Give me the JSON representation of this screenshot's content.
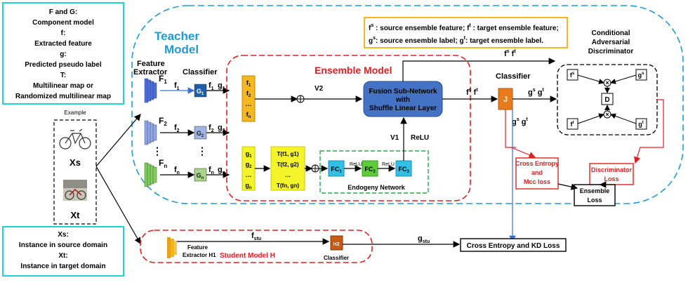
{
  "legend_top": {
    "lines": [
      "F and G:",
      "Component model",
      "f:",
      "Extracted feature",
      "g:",
      "Predicted pseudo label",
      "T:",
      "Multilinear map or",
      "Randomized multilinear map"
    ],
    "border_color": "#22d3d3"
  },
  "legend_bottom": {
    "lines": [
      "Xs:",
      "Instance in source domain",
      "Xt:",
      "Instance in target domain"
    ]
  },
  "example": {
    "label": "Example",
    "xs": "Xs",
    "xt": "Xt"
  },
  "teacher": {
    "title": "Teacher",
    "title2": "Model",
    "color": "#1e9bd7"
  },
  "feature_extractor": {
    "label1": "Feature",
    "label2": "Extractor"
  },
  "classifier_label": "Classifier",
  "extractors": [
    {
      "name": "F",
      "sub": "1",
      "f": "f",
      "fsub": "1",
      "g": "G",
      "gsub": "1",
      "out_f": "f",
      "out_fsub": "1",
      "out_g": "g",
      "out_gsub": "1",
      "color": "#4a6ee0",
      "gcolor": "#1f5fa6"
    },
    {
      "name": "F",
      "sub": "2",
      "f": "f",
      "fsub": "2",
      "g": "G",
      "gsub": "2",
      "out_f": "f",
      "out_fsub": "2",
      "out_g": "g",
      "out_gsub": "2",
      "color": "#8fa6e8",
      "gcolor": "#9fb4e2"
    },
    {
      "name": "F",
      "sub": "n",
      "f": "f",
      "fsub": "n",
      "g": "G",
      "gsub": "n",
      "out_f": "f",
      "out_fsub": "n",
      "out_g": "g",
      "out_gsub": "n",
      "color": "#7fcf5a",
      "gcolor": "#a9d68a"
    }
  ],
  "ensemble": {
    "title": "Ensemble Model",
    "color": "#e02020",
    "f_stack": [
      "f1",
      "f2",
      "…",
      "fn"
    ],
    "g_stack": [
      "g1",
      "g2",
      "…",
      "gn"
    ],
    "t_stack": [
      "T(f1, g1)",
      "T(f2, g2)",
      "…",
      "T(fn, gn)"
    ],
    "v1": "V1",
    "v2": "V2",
    "relu": "ReLU",
    "fusion": [
      "Fusion Sub-Network",
      "with",
      "Shuffle Linear Layer"
    ],
    "endogeny": "Endogeny Network",
    "fc": [
      "FC1",
      "FC2",
      "FC3"
    ]
  },
  "top_note": {
    "line1a": "f",
    "line1b": "s",
    "line1c": " : source ensemble feature;  f",
    "line1d": "t",
    "line1e": " : target ensemble feature;",
    "line2a": "g",
    "line2b": "s",
    "line2c": ": source ensemble label;   g",
    "line2d": "t",
    "line2e": ": target ensemble label."
  },
  "classifier_j": {
    "label": "Classifier",
    "box": "J"
  },
  "discriminator": {
    "title": [
      "Conditional",
      "Adversarial",
      "Discriminator"
    ],
    "d": "D"
  },
  "losses": {
    "cross_entropy": [
      "Cross Entropy",
      "and",
      "Mcc loss"
    ],
    "discriminator": [
      "Discriminator",
      "Loss"
    ],
    "ensemble": [
      "Ensemble",
      "Loss"
    ],
    "ce_kd": "Cross Entropy and KD Loss"
  },
  "student": {
    "title": "Student Model H",
    "extractor": [
      "Feature",
      "Extractor H1"
    ],
    "classifier": "Classifier",
    "h2": "H2",
    "f_stu": "f",
    "f_stu_sub": "stu",
    "g_stu": "g",
    "g_stu_sub": "stu"
  }
}
